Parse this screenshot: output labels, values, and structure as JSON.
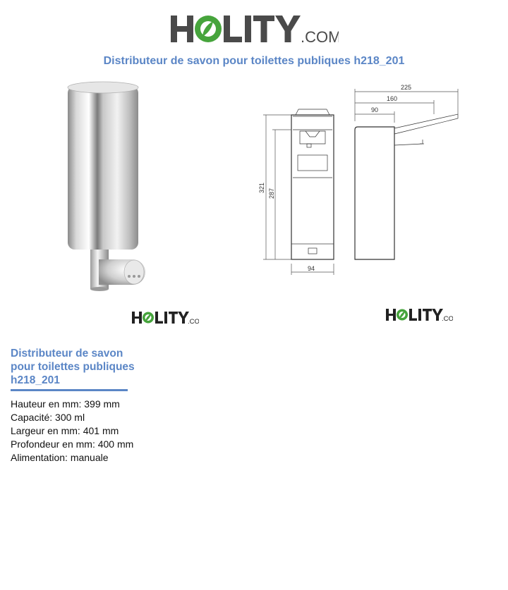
{
  "brand": {
    "logo_text": "HOLITY.COM",
    "colors": {
      "logo_gray": "#4a4a4a",
      "logo_green": "#46a43c",
      "accent_blue": "#5b86c6"
    }
  },
  "page_title": "Distributeur de savon pour toilettes publiques h218_201",
  "drawing": {
    "dimensions": {
      "overall_length": "225",
      "arm_length": "160",
      "depth": "90",
      "total_height": "321",
      "body_height": "287",
      "width": "94"
    }
  },
  "product": {
    "title_lines": [
      "Distributeur de savon",
      "pour toilettes publiques",
      "h218_201"
    ],
    "specs": [
      "Hauteur en mm: 399 mm",
      "Capacité: 300 ml",
      "Largeur en mm: 401 mm",
      "Profondeur en mm: 400 mm",
      "Alimentation: manuale"
    ]
  }
}
